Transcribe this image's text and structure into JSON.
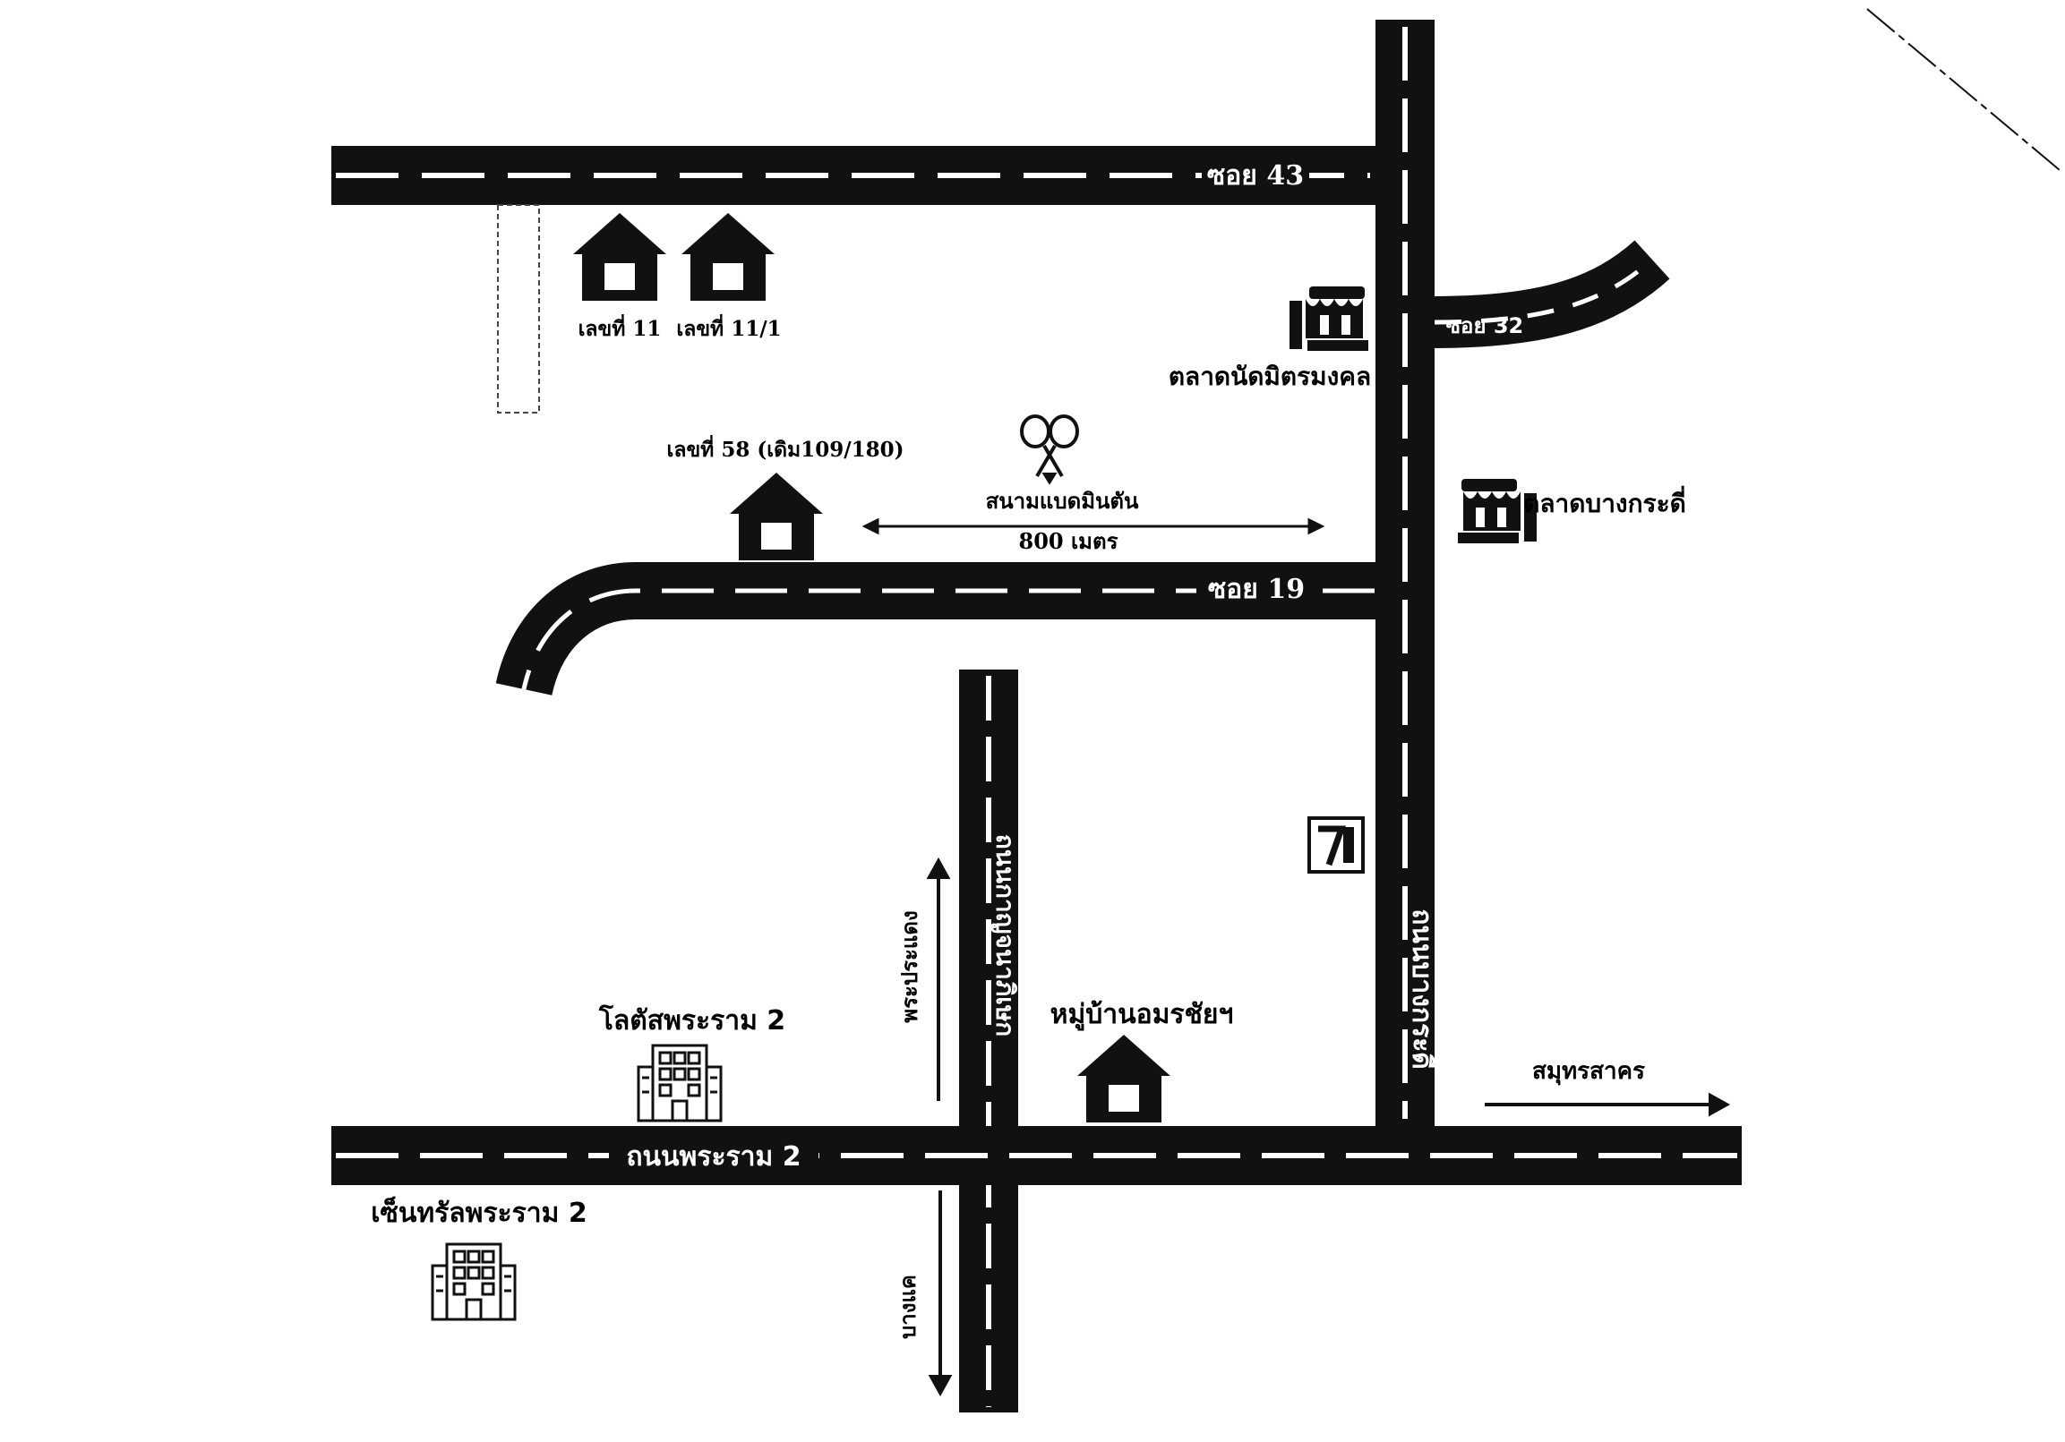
{
  "roads": {
    "soi_43": "ซอย 43",
    "soi_32": "ซอย 32",
    "soi_19": "ซอย 19",
    "bang_kradi": "ถนนบางกระดี่",
    "kanchanaphisek": "ถนนกาญจนาภิเษก",
    "rama_2": "ถนนพระราม 2"
  },
  "places": {
    "house_11": "เลขที่ 11",
    "house_11_1": "เลขที่ 11/1",
    "house_58": "เลขที่ 58 (เดิม109/180)",
    "badminton": "สนามแบดมินตัน",
    "talad_nat": "ตลาดนัดมิตรมงคล",
    "talad_bang_kradi": "ตลาดบางกระดี่",
    "village": "หมู่บ้านอมรชัยฯ",
    "lotus": "โลตัสพระราม 2",
    "central": "เซ็นทรัลพระราม 2"
  },
  "directions": {
    "phra_pradaeng": "พระประแดง",
    "bang_khae": "บางแค",
    "samut_sakhon": "สมุทรสาคร"
  },
  "distance": {
    "label": "800 เมตร",
    "value_m": 800
  },
  "icons": {
    "house": "house-icon",
    "market": "market-stall-icon",
    "building": "building-icon",
    "badminton": "badminton-rackets-icon",
    "store": "seven-eleven-icon"
  },
  "colors": {
    "road": "#111111",
    "road_marking": "#ffffff",
    "background": "#ffffff",
    "ink": "#000000"
  }
}
